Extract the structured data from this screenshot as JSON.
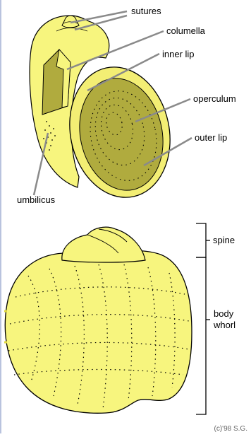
{
  "labels": {
    "sutures": "sutures",
    "columella": "columella",
    "inner_lip": "inner lip",
    "operculum": "operculum",
    "outer_lip": "outer lip",
    "umbilicus": "umbilicus",
    "spine": "spine",
    "body_whorl_line1": "body",
    "body_whorl_line2": "whorl"
  },
  "copyright": "(c)'98 S.G.",
  "colors": {
    "shell": "#f7f57e",
    "shell_dark": "#d6d25a",
    "operculum": "#b0ab3e",
    "operculum_rim": "#f3ee74",
    "outline": "#000000",
    "pointer": "#8a8a8a",
    "border": "#b9c3de"
  }
}
